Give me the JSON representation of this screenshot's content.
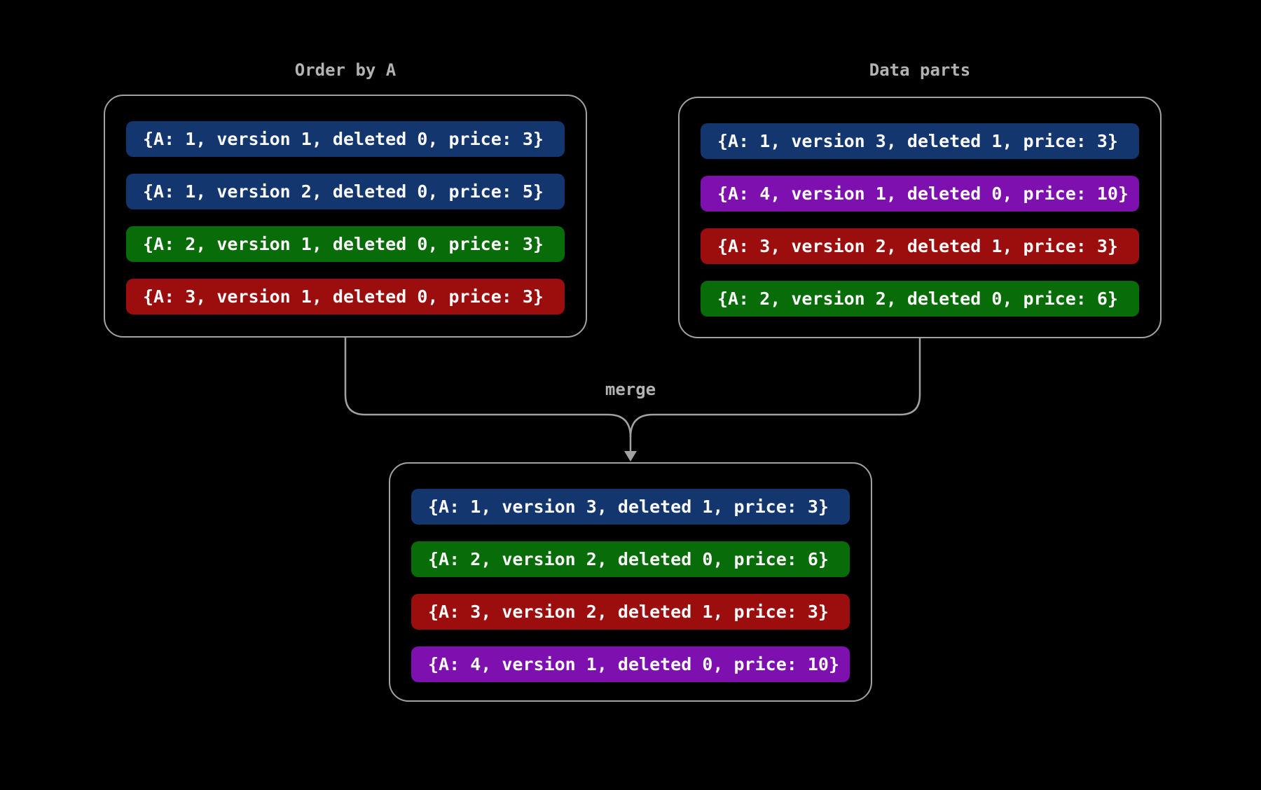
{
  "left_panel": {
    "title": "Order by A",
    "rows": [
      {
        "text": "{A: 1, version 1, deleted 0, price: 3}",
        "color": "blue"
      },
      {
        "text": "{A: 1, version 2, deleted 0, price: 5}",
        "color": "blue"
      },
      {
        "text": "{A: 2, version 1, deleted 0, price: 3}",
        "color": "green"
      },
      {
        "text": "{A: 3, version 1, deleted 0, price: 3}",
        "color": "red"
      }
    ]
  },
  "right_panel": {
    "title": "Data parts",
    "rows": [
      {
        "text": "{A: 1, version 3, deleted 1, price: 3}",
        "color": "blue"
      },
      {
        "text": "{A: 4, version 1, deleted 0, price: 10}",
        "color": "purple"
      },
      {
        "text": "{A: 3, version 2, deleted 1, price: 3}",
        "color": "red"
      },
      {
        "text": "{A: 2, version 2, deleted 0, price: 6}",
        "color": "green"
      }
    ]
  },
  "result_panel": {
    "rows": [
      {
        "text": "{A: 1, version 3, deleted 1, price: 3}",
        "color": "blue"
      },
      {
        "text": "{A: 2, version 2, deleted 0, price: 6}",
        "color": "green"
      },
      {
        "text": "{A: 3, version 2, deleted 1, price: 3}",
        "color": "red"
      },
      {
        "text": "{A: 4, version 1, deleted 0, price: 10}",
        "color": "purple"
      }
    ]
  },
  "merge_label": "merge",
  "colors": {
    "blue": "#14366e",
    "green": "#086c08",
    "red": "#9c0d0d",
    "purple": "#7e10b0",
    "border": "#a2a2a2",
    "title_text": "#b3b3b3",
    "row_text": "#fafafa",
    "background": "#000000"
  }
}
